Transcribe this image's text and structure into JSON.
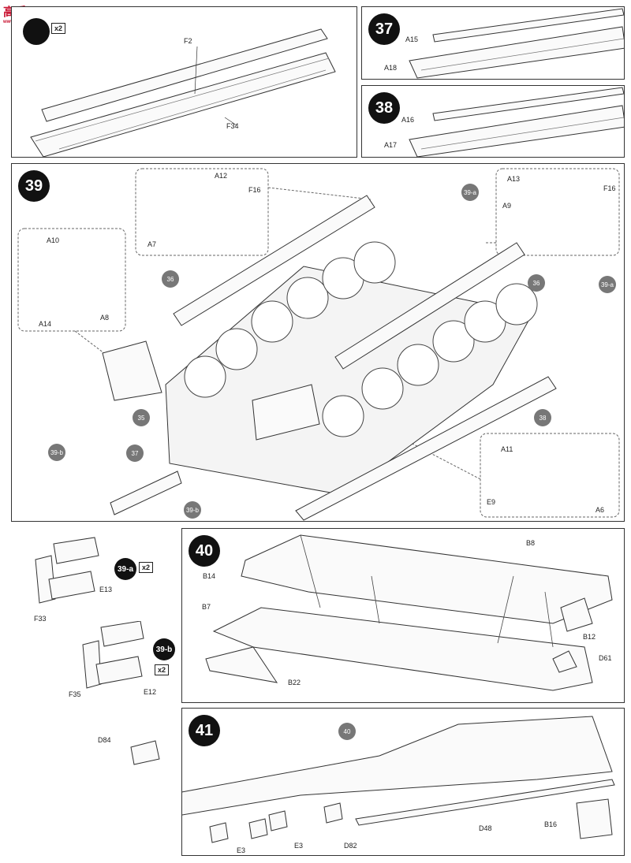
{
  "watermark": {
    "text": "高手网",
    "sub": "www.hobbyline.cn"
  },
  "panels": {
    "top_left": {
      "multiplier": "x2",
      "parts": [
        "F2",
        "F34"
      ]
    },
    "step37": {
      "number": "37",
      "parts": [
        "A15",
        "A18"
      ]
    },
    "step38": {
      "number": "38",
      "parts": [
        "A16",
        "A17"
      ]
    },
    "step39": {
      "number": "39",
      "inset_upper_left": [
        "A12",
        "F16",
        "A7"
      ],
      "inset_upper_right": [
        "A13",
        "F16",
        "A9"
      ],
      "inset_left": [
        "A10",
        "A14",
        "A8"
      ],
      "inset_lower_right": [
        "A11",
        "E9",
        "A6"
      ],
      "refs": [
        "39-a",
        "36",
        "39-a",
        "36",
        "35",
        "38",
        "37",
        "39-b",
        "39-b"
      ]
    },
    "sub39a": {
      "ref": "39-a",
      "multiplier": "x2",
      "parts": [
        "E13",
        "F33"
      ]
    },
    "sub39b": {
      "ref": "39-b",
      "multiplier": "x2",
      "parts": [
        "E12",
        "F35"
      ]
    },
    "step40": {
      "number": "40",
      "parts": [
        "B8",
        "B14",
        "B7",
        "B12",
        "D61",
        "B22"
      ]
    },
    "step41": {
      "number": "41",
      "ref": "40",
      "parts": [
        "D84",
        "E3",
        "E3",
        "D82",
        "D48",
        "B16"
      ]
    }
  }
}
